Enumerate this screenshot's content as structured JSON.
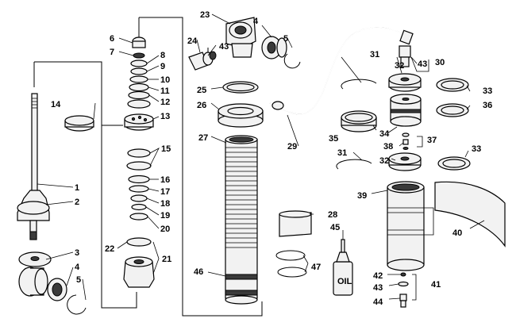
{
  "labels": [
    "1",
    "2",
    "3",
    "4",
    "5",
    "6",
    "7",
    "8",
    "9",
    "10",
    "11",
    "12",
    "13",
    "14",
    "15",
    "16",
    "17",
    "18",
    "19",
    "20",
    "21",
    "22",
    "23",
    "24",
    "25",
    "26",
    "27",
    "28",
    "29",
    "30",
    "31",
    "32",
    "33",
    "34",
    "35",
    "36",
    "37",
    "38",
    "39",
    "40",
    "41",
    "42",
    "43",
    "44",
    "45",
    "46",
    "47"
  ],
  "dup": {
    "4": "4",
    "5": "5",
    "31": "31",
    "32": "32",
    "33": "33",
    "43": "43"
  },
  "oil_text": "OIL"
}
